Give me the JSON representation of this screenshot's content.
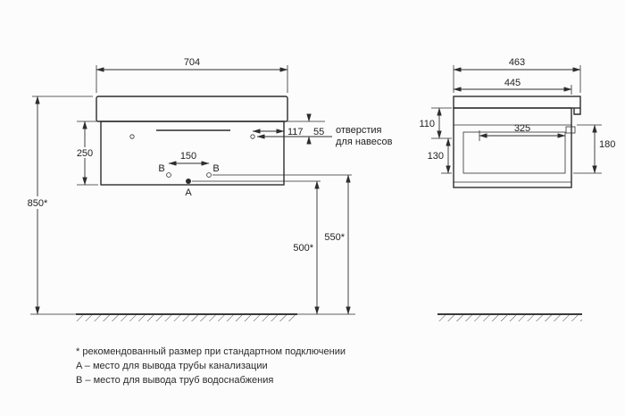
{
  "front_view": {
    "dim_width": "704",
    "dim_offset": "117",
    "dim_55": "55",
    "dim_height": "250",
    "dim_150": "150",
    "dim_850": "850*",
    "dim_500": "500*",
    "dim_550": "550*",
    "label_a": "A",
    "label_b_left": "B",
    "label_b_right": "B",
    "holes_note_line1": "отверстия",
    "holes_note_line2": "для навесов"
  },
  "side_view": {
    "dim_width": "463",
    "dim_depth": "445",
    "dim_110": "110",
    "dim_130": "130",
    "dim_325": "325",
    "dim_180": "180"
  },
  "footnotes": {
    "asterisk_note": "* рекомендованный размер при стандартном подключении",
    "a_note": "A – место для вывода трубы канализации",
    "b_note": "B – место для вывода труб водоснабжения"
  }
}
